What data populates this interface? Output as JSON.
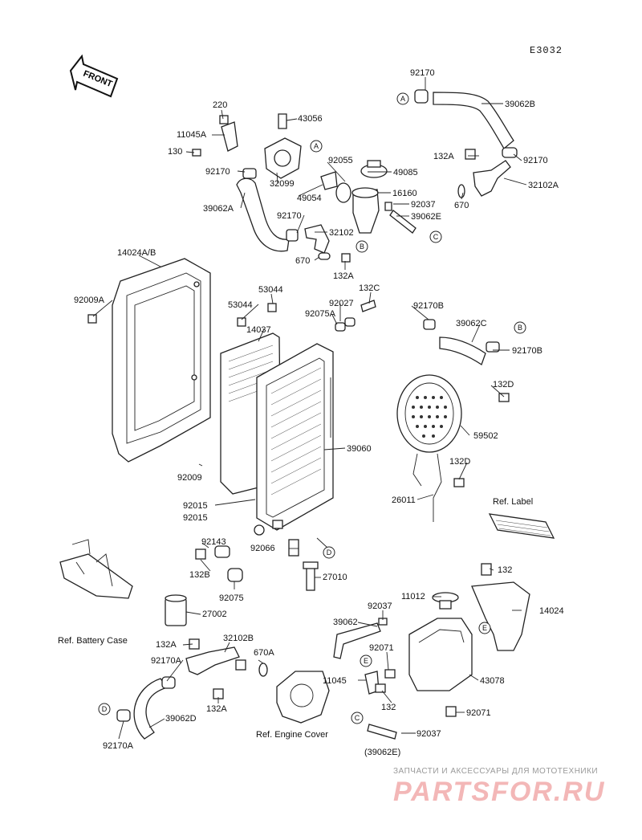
{
  "diagram_code": "E3032",
  "front_label": "FRONT",
  "parts": {
    "p220": "220",
    "p11045A": "11045A",
    "p130": "130",
    "p43056": "43056",
    "p92170_a": "92170",
    "p39062A": "39062A",
    "p32099": "32099",
    "p49054": "49054",
    "p92055": "92055",
    "p49085": "49085",
    "p16160": "16160",
    "p92037_top": "92037",
    "p39062E": "39062E",
    "p92170_b": "92170",
    "p32102": "32102",
    "p670_a": "670",
    "p132A_a": "132A",
    "p92170_top": "92170",
    "p39062B": "39062B",
    "p132A_b": "132A",
    "p92170_c": "92170",
    "p32102A": "32102A",
    "p670_b": "670",
    "p14024AB": "14024A/B",
    "p92009A": "92009A",
    "p53044_a": "53044",
    "p53044_b": "53044",
    "p14037": "14037",
    "p92027": "92027",
    "p132C": "132C",
    "p92075A": "92075A",
    "p92170B_a": "92170B",
    "p39062C": "39062C",
    "p92170B_b": "92170B",
    "p132D_a": "132D",
    "p59502": "59502",
    "p39060": "39060",
    "p132D_b": "132D",
    "p92009": "92009",
    "p26011": "26011",
    "p92015_a": "92015",
    "p92015_b": "92015",
    "p92143": "92143",
    "p132B": "132B",
    "p92066": "92066",
    "p92075": "92075",
    "p27010": "27010",
    "p27002": "27002",
    "p132": "132",
    "p14024": "14024",
    "p11012": "11012",
    "p92037_mid": "92037",
    "p39062": "39062",
    "p92071_a": "92071",
    "p11045": "11045",
    "p132_b": "132",
    "p43078": "43078",
    "p92071_b": "92071",
    "p92037_bot": "92037",
    "p39062E_paren": "(39062E)",
    "p132A_c": "132A",
    "p32102B": "32102B",
    "p670A": "670A",
    "p92170A_a": "92170A",
    "p132A_d": "132A",
    "p39062D": "39062D",
    "p92170A_b": "92170A"
  },
  "references": {
    "label": "Ref. Label",
    "battery_case": "Ref. Battery Case",
    "engine_cover": "Ref. Engine Cover"
  },
  "connectors": [
    "A",
    "B",
    "C",
    "D",
    "E"
  ],
  "watermark": {
    "tagline": "ЗАПЧАСТИ И АКСЕССУАРЫ ДЛЯ МОТОТЕХНИКИ",
    "logo": "PARTSFOR.RU"
  },
  "colors": {
    "ink": "#111111",
    "watermark_logo": "#f3b7b7",
    "watermark_text": "#999999"
  }
}
